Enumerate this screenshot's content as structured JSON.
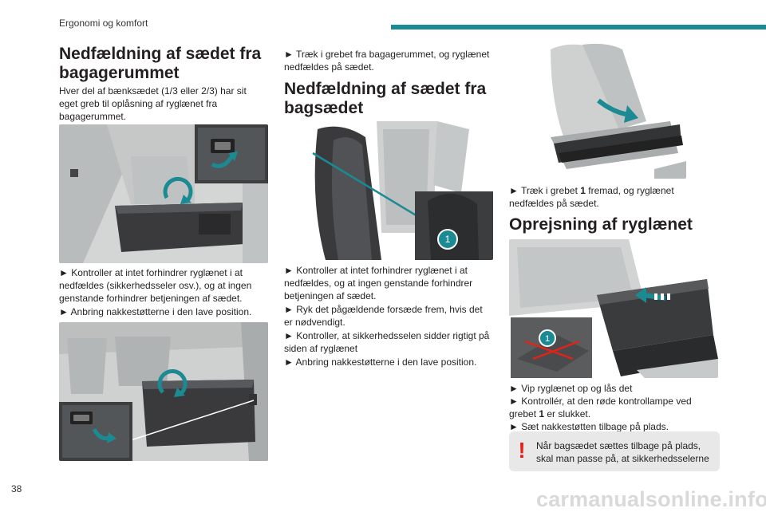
{
  "header": {
    "section": "Ergonomi og komfort"
  },
  "page_number": "38",
  "watermark": "carmanualsonline.info",
  "col1": {
    "heading": "Nedfældning af sædet fra bagagerummet",
    "intro": "Hver del af bænksædet (1/3 eller 2/3) har sit eget greb til oplåsning af ryglænet fra bagagerummet.",
    "step1": "► Kontroller at intet forhindrer ryglænet i at nedfældes (sikkerhedsseler osv.), og at ingen genstande forhindrer betjeningen af sædet.",
    "step2": "► Anbring nakkestøtterne i den lave position."
  },
  "col2": {
    "step0": "► Træk i grebet fra bagagerummet, og ryglænet nedfældes på sædet.",
    "heading": "Nedfældning af sædet fra bagsædet",
    "callout": "1",
    "step1": "► Kontroller at intet forhindrer ryglænet i at nedfældes, og at ingen genstande forhindrer betjeningen af sædet.",
    "step2": "► Ryk det pågældende forsæde frem, hvis det er nødvendigt.",
    "step3": "► Kontroller, at sikkerhedsselen sidder rigtigt på siden af ryglænet",
    "step4": "► Anbring nakkestøtterne i den lave position."
  },
  "col3": {
    "step0_pre": "► Træk i grebet ",
    "step0_bold": "1",
    "step0_post": " fremad, og ryglænet nedfældes på sædet.",
    "heading": "Oprejsning af ryglænet",
    "callout": "1",
    "step1": "► Vip ryglænet op og lås det",
    "step2_pre": "► Kontrollér, at den røde kontrollampe ved grebet ",
    "step2_bold": "1",
    "step2_post": " er slukket.",
    "step3": "► Sæt nakkestøtten tilbage på plads.",
    "warning": "Når bagsædet sættes tilbage på plads, skal man passe på, at sikkerhedsselerne"
  },
  "colors": {
    "accent": "#1b8a93",
    "warning": "#e2231a",
    "warning_bg": "#e8e8e8"
  },
  "icons": {
    "warning": "exclamation-icon"
  }
}
